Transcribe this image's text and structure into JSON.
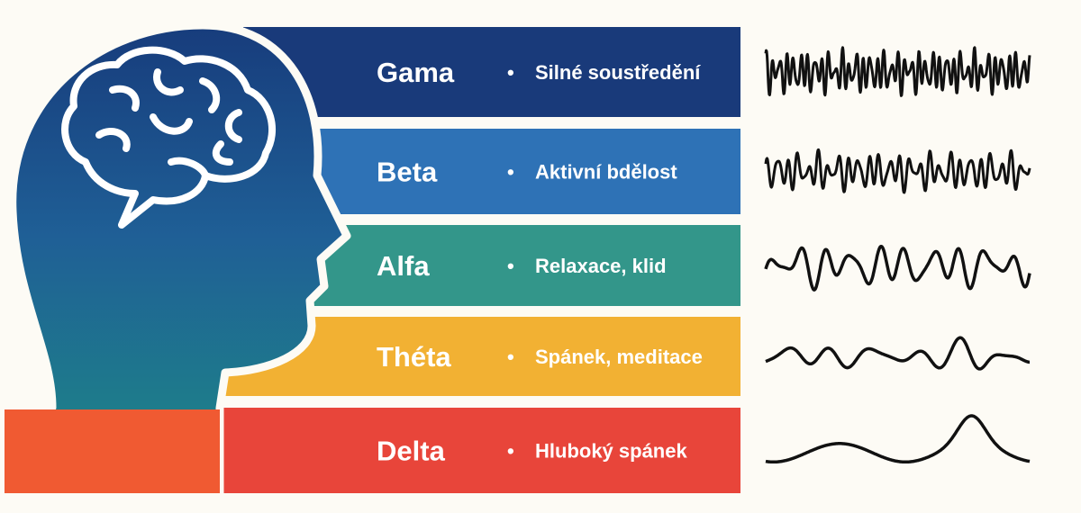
{
  "bands": [
    {
      "name": "Gama",
      "description": "Silné soustředění",
      "color": "#193a7a",
      "wave_cycles": 38,
      "wave_amplitude": 0.8
    },
    {
      "name": "Beta",
      "description": "Aktivní bdělost",
      "color": "#2e72b6",
      "wave_cycles": 26,
      "wave_amplitude": 0.75
    },
    {
      "name": "Alfa",
      "description": "Relaxace, klid",
      "color": "#33968a",
      "wave_cycles": 10,
      "wave_amplitude": 0.9
    },
    {
      "name": "Théta",
      "description": "Spánek, meditace",
      "color": "#f2b133",
      "wave_cycles": 6,
      "wave_amplitude": 0.8
    },
    {
      "name": "Delta",
      "description": "Hluboký spánek",
      "color": "#e8453a",
      "wave_cycles": 2,
      "wave_amplitude": 0.9
    }
  ],
  "bullet": "•",
  "colors": {
    "head_top": "#173c7c",
    "head_mid": "#1f5f96",
    "head_bottom": "#1e8a86",
    "neck": "#f05a32",
    "background": "#fdfbf5"
  }
}
